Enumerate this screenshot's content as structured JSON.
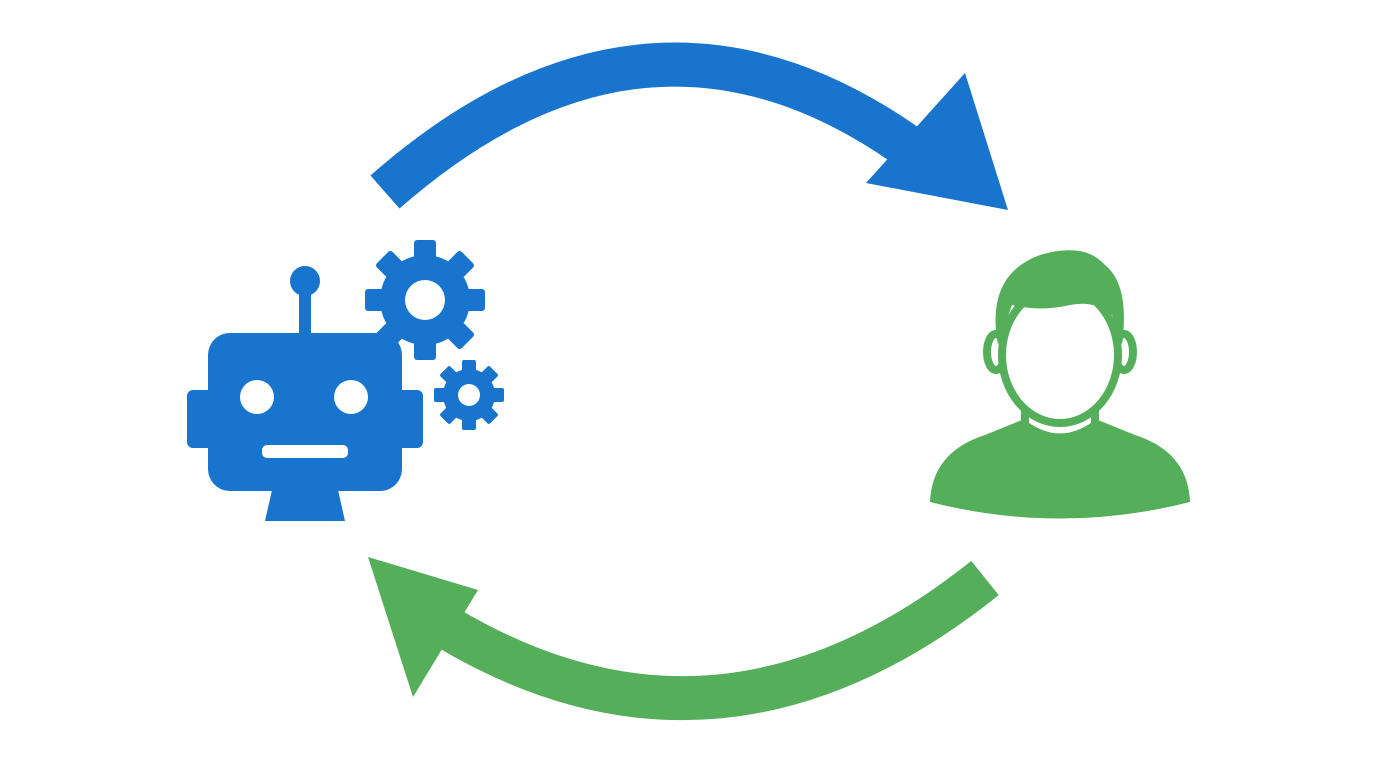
{
  "diagram": {
    "nodes": [
      {
        "id": "robot",
        "icon": "robot-with-gears-icon",
        "color": "#1874cd"
      },
      {
        "id": "person",
        "icon": "person-icon",
        "color": "#55ae59"
      }
    ],
    "edges": [
      {
        "from": "robot",
        "to": "person",
        "icon": "curved-arrow-right-icon",
        "color": "#1874cd"
      },
      {
        "from": "person",
        "to": "robot",
        "icon": "curved-arrow-left-icon",
        "color": "#55ae59"
      }
    ]
  },
  "colors": {
    "blue": "#1874cd",
    "green": "#55ae59",
    "background": "#ffffff"
  }
}
